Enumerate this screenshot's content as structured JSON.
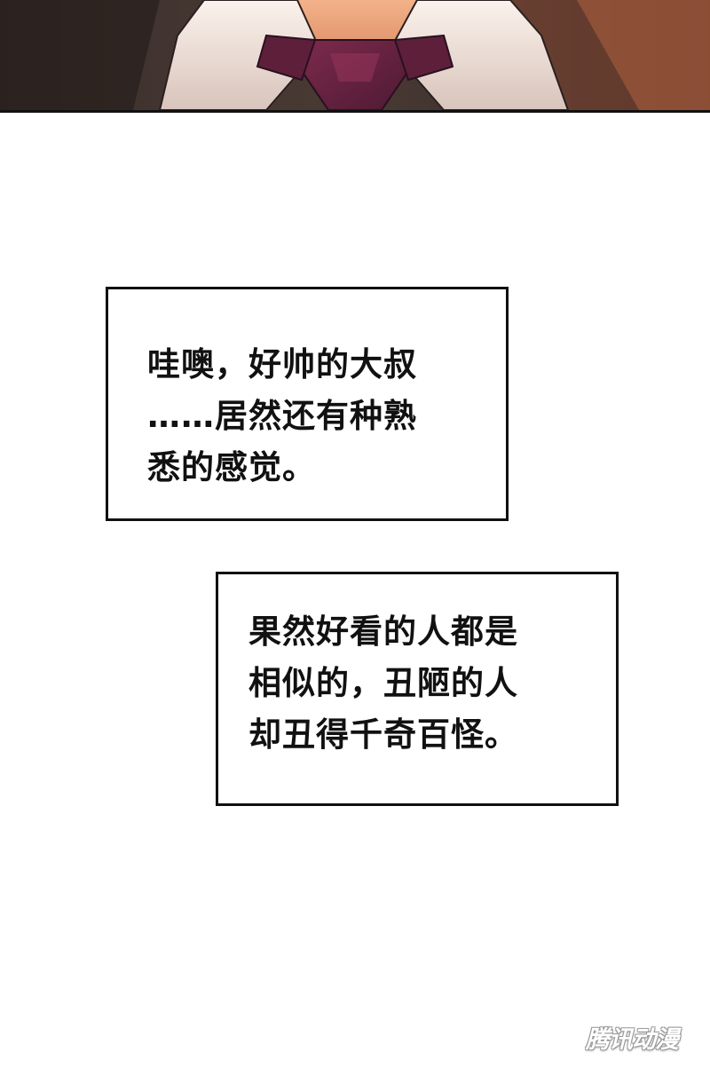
{
  "colors": {
    "panel_border": "#111111",
    "caption_text": "#111111",
    "caption_background": "#ffffff",
    "page_background": "#ffffff",
    "tie": "#6b2340",
    "jacket": "#3a2e2a",
    "skin": "#e9a07a",
    "shirt": "#f2e6df"
  },
  "captions": [
    {
      "lines": [
        "哇噢，好帅的大叔",
        "……居然还有种熟",
        "悉的感觉。"
      ]
    },
    {
      "lines": [
        "果然好看的人都是",
        "相似的，丑陋的人",
        "却丑得千奇百怪。"
      ]
    }
  ],
  "watermark": {
    "text": "腾讯动漫"
  }
}
